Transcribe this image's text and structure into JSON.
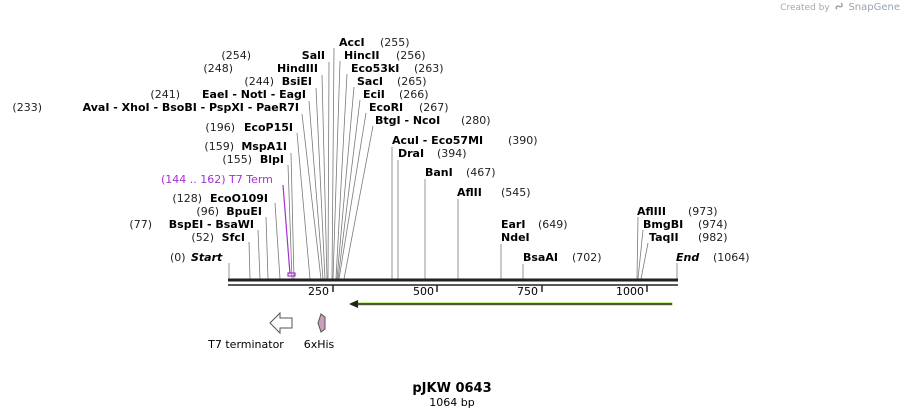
{
  "credit": {
    "prefix": "Created by",
    "brand": "SnapGene"
  },
  "plasmid": {
    "name": "pJKW 0643",
    "length_label": "1064 bp"
  },
  "ends": {
    "start": {
      "coord": "(0)",
      "label": "Start"
    },
    "end": {
      "coord": "(1064)",
      "label": "End"
    }
  },
  "ruler_ticks": [
    "250",
    "500",
    "750",
    "1000"
  ],
  "sites_left": [
    {
      "coord": "(255)",
      "names": "AccI"
    },
    {
      "coord": "(254)",
      "names": "SalI"
    },
    {
      "coord": "(248)",
      "names": "HindIII"
    },
    {
      "coord": "(244)",
      "names": "BsiEI"
    },
    {
      "coord": "(241)",
      "names": "EaeI  - NotI  - EagI"
    },
    {
      "coord": "(233)",
      "names": "AvaI  - XhoI  - BsoBI  - PspXI  - PaeR7I"
    },
    {
      "coord": "(196)",
      "names": "EcoP15I"
    },
    {
      "coord": "(159)",
      "names": "MspA1I"
    },
    {
      "coord": "(155)",
      "names": "BlpI"
    },
    {
      "coord": "(128)",
      "names": "EcoO109I"
    },
    {
      "coord": "(96)",
      "names": "BpuEI"
    },
    {
      "coord": "(77)",
      "names": "BspEI  - BsaWI"
    },
    {
      "coord": "(52)",
      "names": "SfcI"
    }
  ],
  "sites_right": [
    {
      "coord": "(255)",
      "names": "AccI"
    },
    {
      "coord": "(256)",
      "names": "HincII"
    },
    {
      "coord": "(263)",
      "names": "Eco53kI"
    },
    {
      "coord": "(265)",
      "names": "SacI"
    },
    {
      "coord": "(266)",
      "names": "EciI"
    },
    {
      "coord": "(267)",
      "names": "EcoRI"
    },
    {
      "coord": "(280)",
      "names": "BtgI  - NcoI"
    },
    {
      "coord": "(390)",
      "names": "AcuI  - Eco57MI"
    },
    {
      "coord": "(394)",
      "names": "DraI"
    },
    {
      "coord": "(467)",
      "names": "BanI"
    },
    {
      "coord": "(545)",
      "names": "AflII"
    },
    {
      "coord": "(649)",
      "names": "EarI"
    },
    {
      "coord": "(649)",
      "names": "NdeI"
    },
    {
      "coord": "(702)",
      "names": "BsaAI"
    },
    {
      "coord": "(973)",
      "names": "AflIII"
    },
    {
      "coord": "(974)",
      "names": "BmgBI"
    },
    {
      "coord": "(982)",
      "names": "TaqII"
    }
  ],
  "terminator_label": {
    "range": "(144 .. 162)",
    "name": "T7 Term"
  },
  "features": [
    {
      "name": "T7 terminator",
      "color": "#ffffff"
    },
    {
      "name": "6xHis",
      "color": "#c9a0b7"
    }
  ],
  "colors": {
    "orf_arrow": "#c6f08d",
    "terminator": "#a52fd3",
    "backbone": "#222222"
  }
}
